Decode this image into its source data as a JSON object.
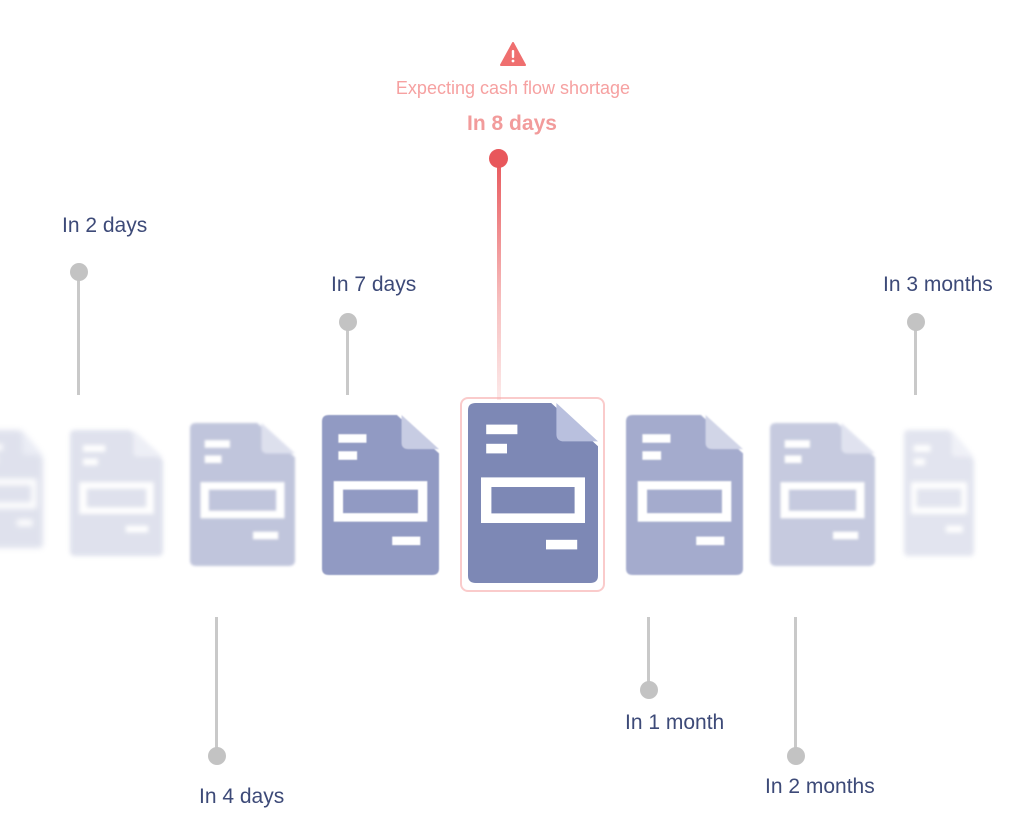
{
  "alert": {
    "icon": "warning-triangle-icon",
    "message": "Expecting cash flow shortage",
    "when": "In 8 days",
    "color": "#e8575b"
  },
  "milestones": [
    {
      "label": "In 2 days"
    },
    {
      "label": "In 4 days"
    },
    {
      "label": "In 7 days"
    },
    {
      "label": "In 1 month"
    },
    {
      "label": "In 2 months"
    },
    {
      "label": "In 3 months"
    }
  ],
  "colors": {
    "document": "#7d88b5",
    "label": "#3d4a78",
    "connector": "#c4c4c4"
  }
}
